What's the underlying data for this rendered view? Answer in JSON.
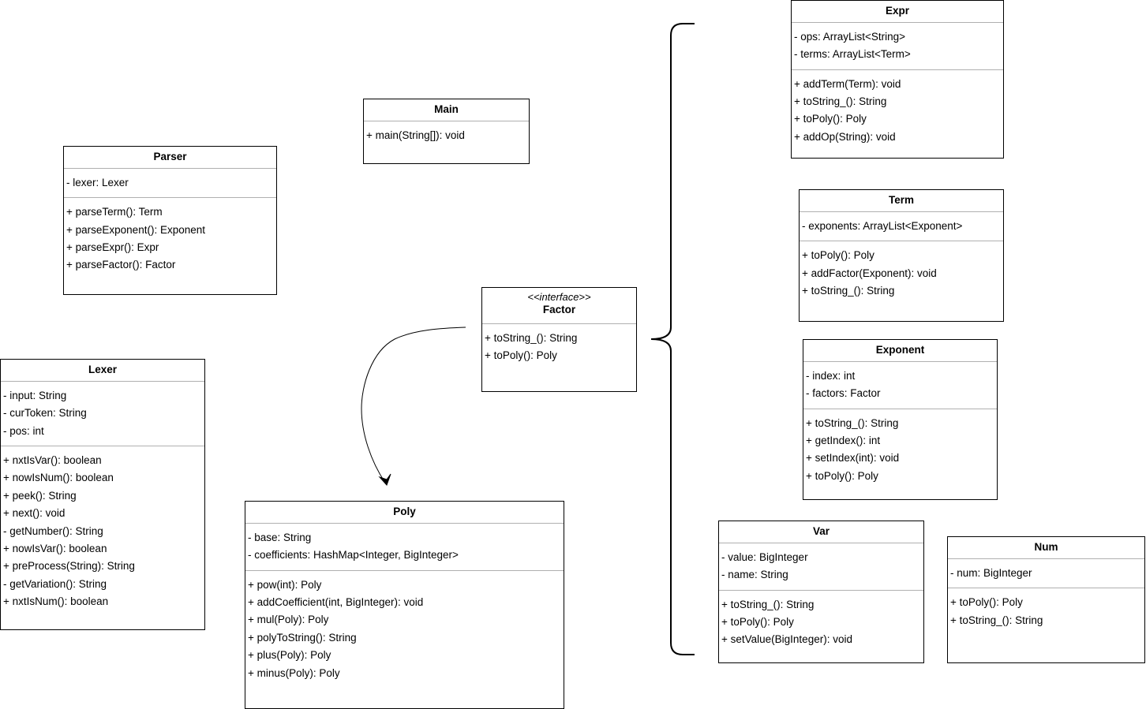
{
  "classes": {
    "main": {
      "name": "Main",
      "attributes": [],
      "methods": [
        "+ main(String[]): void"
      ]
    },
    "parser": {
      "name": "Parser",
      "attributes": [
        "- lexer: Lexer"
      ],
      "methods": [
        "+ parseTerm(): Term",
        "+ parseExponent(): Exponent",
        "+ parseExpr(): Expr",
        "+ parseFactor(): Factor"
      ]
    },
    "lexer": {
      "name": "Lexer",
      "attributes": [
        "- input: String",
        "- curToken: String",
        "- pos: int"
      ],
      "methods": [
        "+ nxtIsVar(): boolean",
        "+ nowIsNum(): boolean",
        "+ peek(): String",
        "+ next(): void",
        "- getNumber(): String",
        "+ nowIsVar(): boolean",
        "+ preProcess(String): String",
        "- getVariation(): String",
        "+ nxtIsNum(): boolean"
      ]
    },
    "factor": {
      "stereotype": "<<interface>>",
      "name": "Factor",
      "attributes": [],
      "methods": [
        "+ toString_(): String",
        "+ toPoly(): Poly"
      ]
    },
    "poly": {
      "name": "Poly",
      "attributes": [
        "- base: String",
        "- coefficients: HashMap<Integer, BigInteger>"
      ],
      "methods": [
        "+ pow(int): Poly",
        "+ addCoefficient(int, BigInteger): void",
        "+ mul(Poly): Poly",
        "+ polyToString(): String",
        "+ plus(Poly): Poly",
        "+ minus(Poly): Poly"
      ]
    },
    "expr": {
      "name": "Expr",
      "attributes": [
        "- ops: ArrayList<String>",
        "- terms: ArrayList<Term>"
      ],
      "methods": [
        "+ addTerm(Term): void",
        "+ toString_(): String",
        "+ toPoly(): Poly",
        "+ addOp(String): void"
      ]
    },
    "term": {
      "name": "Term",
      "attributes": [
        "- exponents: ArrayList<Exponent>"
      ],
      "methods": [
        "+ toPoly(): Poly",
        "+ addFactor(Exponent): void",
        "+ toString_(): String"
      ]
    },
    "exponent": {
      "name": "Exponent",
      "attributes": [
        "- index: int",
        "- factors: Factor"
      ],
      "methods": [
        "+ toString_(): String",
        "+ getIndex(): int",
        "+ setIndex(int): void",
        "+ toPoly(): Poly"
      ]
    },
    "var": {
      "name": "Var",
      "attributes": [
        "- value: BigInteger",
        "- name: String"
      ],
      "methods": [
        "+ toString_(): String",
        "+ toPoly(): Poly",
        "+ setValue(BigInteger): void"
      ]
    },
    "num": {
      "name": "Num",
      "attributes": [
        "- num: BigInteger"
      ],
      "methods": [
        "+ toPoly(): Poly",
        "+ toString_(): String"
      ]
    }
  },
  "colors": {
    "border": "#000000",
    "separator": "#b0b0b0",
    "background": "#ffffff"
  }
}
